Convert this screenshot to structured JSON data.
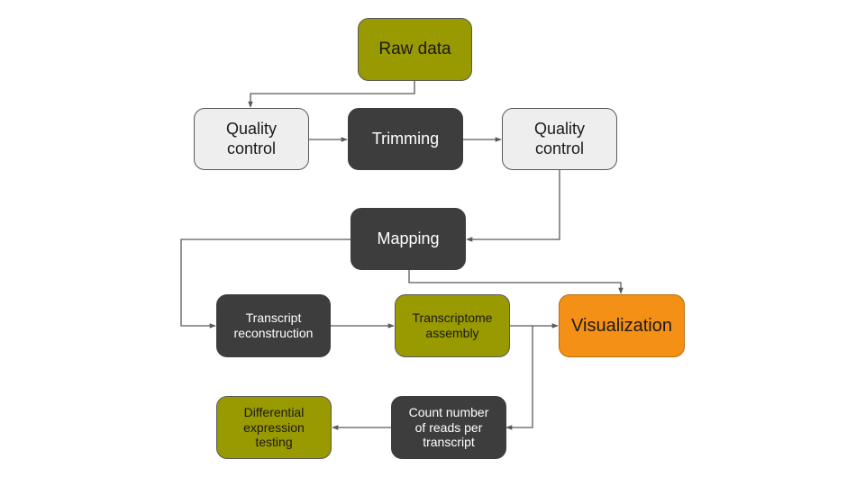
{
  "diagram": {
    "type": "flowchart",
    "colors": {
      "olive": "#999900",
      "dark": "#3d3d3d",
      "light": "#eeeeee",
      "orange": "#f39015",
      "edge": "#595959"
    },
    "nodes": [
      {
        "id": "raw-data",
        "label": "Raw data",
        "style": "olive"
      },
      {
        "id": "quality-control-1",
        "label": "Quality\ncontrol",
        "style": "light"
      },
      {
        "id": "trimming",
        "label": "Trimming",
        "style": "dark"
      },
      {
        "id": "quality-control-2",
        "label": "Quality\ncontrol",
        "style": "light"
      },
      {
        "id": "mapping",
        "label": "Mapping",
        "style": "dark"
      },
      {
        "id": "transcript-reconstruction",
        "label": "Transcript\nreconstruction",
        "style": "dark"
      },
      {
        "id": "transcriptome-assembly",
        "label": "Transcriptome\nassembly",
        "style": "olive"
      },
      {
        "id": "visualization",
        "label": "Visualization",
        "style": "orange"
      },
      {
        "id": "count-reads",
        "label": "Count number\nof reads per\ntranscript",
        "style": "dark"
      },
      {
        "id": "differential-expression",
        "label": "Differential\nexpression\ntesting",
        "style": "olive"
      }
    ],
    "edges": [
      {
        "from": "raw-data",
        "to": "quality-control-1"
      },
      {
        "from": "quality-control-1",
        "to": "trimming"
      },
      {
        "from": "trimming",
        "to": "quality-control-2"
      },
      {
        "from": "quality-control-2",
        "to": "mapping"
      },
      {
        "from": "mapping",
        "to": "transcript-reconstruction"
      },
      {
        "from": "mapping",
        "to": "visualization"
      },
      {
        "from": "transcript-reconstruction",
        "to": "transcriptome-assembly"
      },
      {
        "from": "transcriptome-assembly",
        "to": "visualization"
      },
      {
        "from": "transcriptome-assembly",
        "to": "count-reads"
      },
      {
        "from": "count-reads",
        "to": "differential-expression"
      }
    ]
  }
}
